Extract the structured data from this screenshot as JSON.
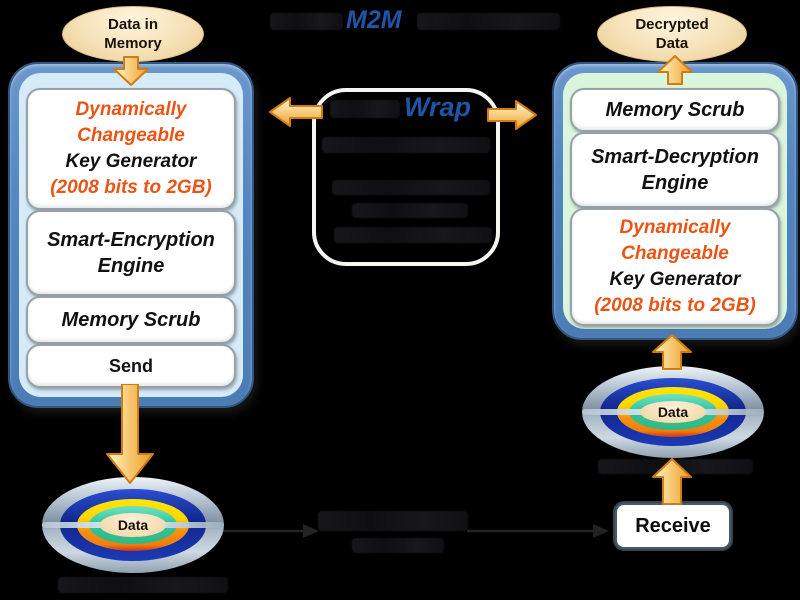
{
  "title": {
    "m2m": "M2M"
  },
  "center": {
    "wrap": "Wrap"
  },
  "source_machine": {
    "input_label": {
      "line1": "Data in",
      "line2": "Memory"
    },
    "modules": {
      "key_generator": {
        "line1": "Dynamically",
        "line2": "Changeable",
        "line3": "Key Generator",
        "line4": "(2008 bits to 2GB)"
      },
      "encryption_engine": {
        "line1": "Smart-Encryption",
        "line2": "Engine"
      },
      "memory_scrub": "Memory Scrub",
      "send": "Send"
    },
    "disc_label": "Data"
  },
  "destination_machine": {
    "output_label": {
      "line1": "Decrypted",
      "line2": "Data"
    },
    "modules": {
      "memory_scrub": "Memory Scrub",
      "decryption_engine": {
        "line1": "Smart-Decryption",
        "line2": "Engine"
      },
      "key_generator": {
        "line1": "Dynamically",
        "line2": "Changeable",
        "line3": "Key Generator",
        "line4": "(2008 bits to 2GB)"
      }
    },
    "disc_label": "Data",
    "receive": "Receive"
  },
  "colors": {
    "accent_orange_text": "#ea5515",
    "title_blue": "#1e55a6",
    "panel_blue": "#5585c2",
    "panel_inner_left": "#d5ecf8",
    "panel_inner_right": "#d9f6dd",
    "oval_cream": "#f2ddb0",
    "arrow_orange": "#f0a028"
  }
}
